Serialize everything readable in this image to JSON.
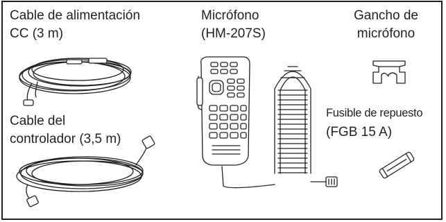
{
  "items": {
    "dc_cable": {
      "line1": "Cable de alimentación",
      "line2": "CC (3 m)"
    },
    "microphone": {
      "line1": "Micrófono",
      "line2": "(HM-207S)"
    },
    "mic_hanger": {
      "line1": "Gancho de",
      "line2": "micrófono"
    },
    "controller_cable": {
      "line1": "Cable del",
      "line2": "controlador (3,5 m)"
    },
    "spare_fuse": {
      "line1": "Fusible de repuesto",
      "line2": "(FGB 15 A)"
    }
  },
  "colors": {
    "ink": "#231f20",
    "background": "#ffffff"
  }
}
